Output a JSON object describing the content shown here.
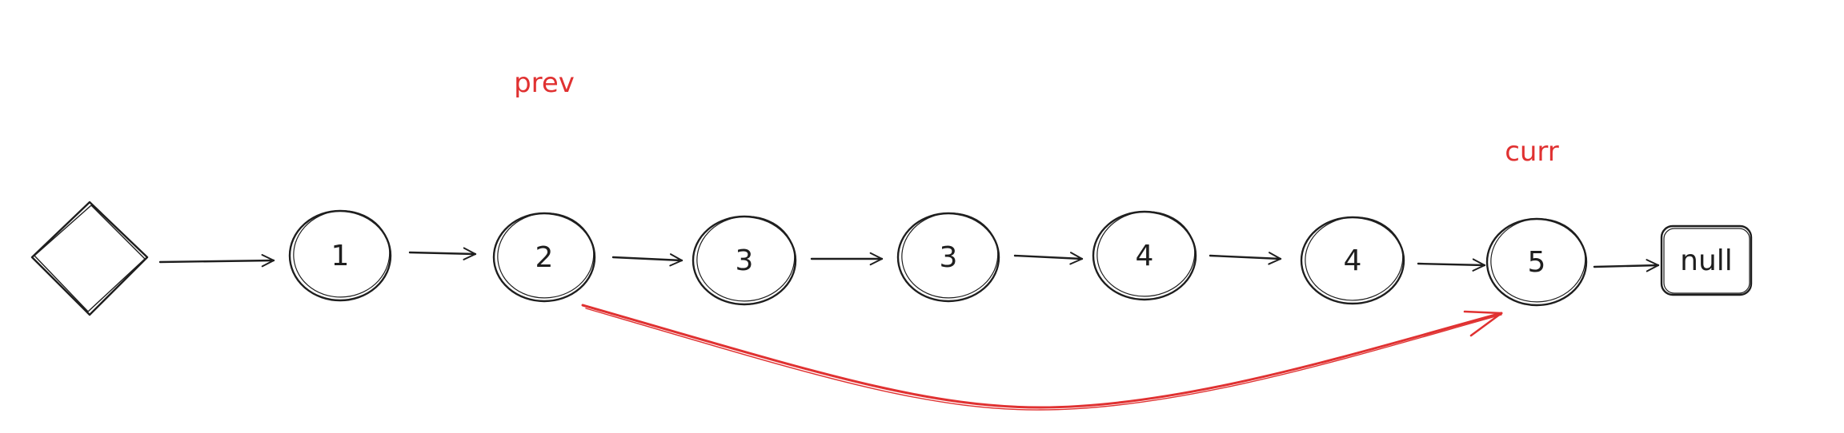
{
  "diagram": {
    "nodes": [
      "1",
      "2",
      "3",
      "3",
      "4",
      "4",
      "5"
    ],
    "terminal": "null",
    "pointers": {
      "prev": "prev",
      "curr": "curr"
    },
    "colors": {
      "ink": "#1e1e1e",
      "accent": "#e03131",
      "background": "#ffffff"
    }
  }
}
